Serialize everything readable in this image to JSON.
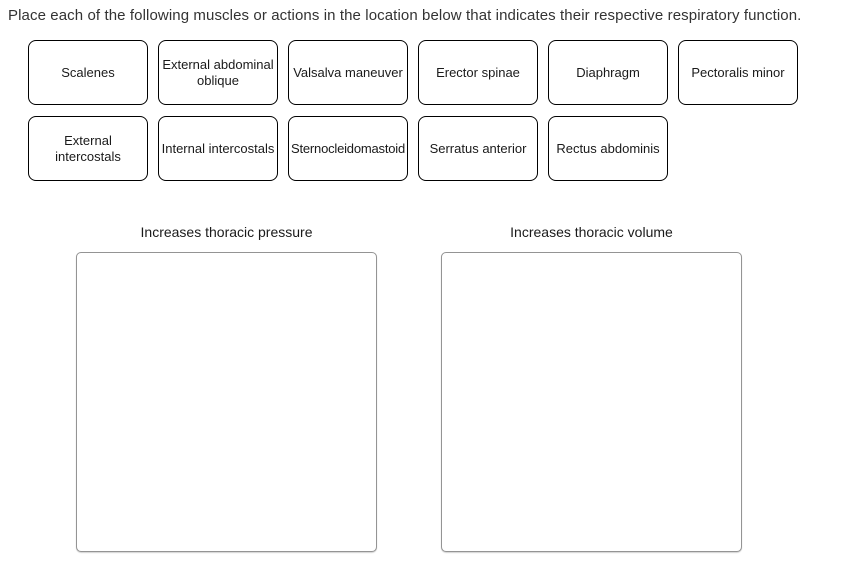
{
  "instruction": "Place each of the following muscles or actions in the location below that indicates their respective respiratory function.",
  "tiles": {
    "row1": [
      "Scalenes",
      "External abdominal oblique",
      "Valsalva maneuver",
      "Erector spinae",
      "Diaphragm",
      "Pectoralis minor"
    ],
    "row2": [
      "External intercostals",
      "Internal intercostals",
      "Sternocleidomastoid",
      "Serratus anterior",
      "Rectus abdominis"
    ]
  },
  "drop_zones": [
    {
      "label": "Increases thoracic pressure",
      "items": []
    },
    {
      "label": "Increases thoracic volume",
      "items": []
    }
  ],
  "colors": {
    "background": "#ffffff",
    "tile_border": "#000000",
    "tile_text": "#1a1a1a",
    "zone_border": "#949494",
    "instruction_text": "#333333"
  }
}
